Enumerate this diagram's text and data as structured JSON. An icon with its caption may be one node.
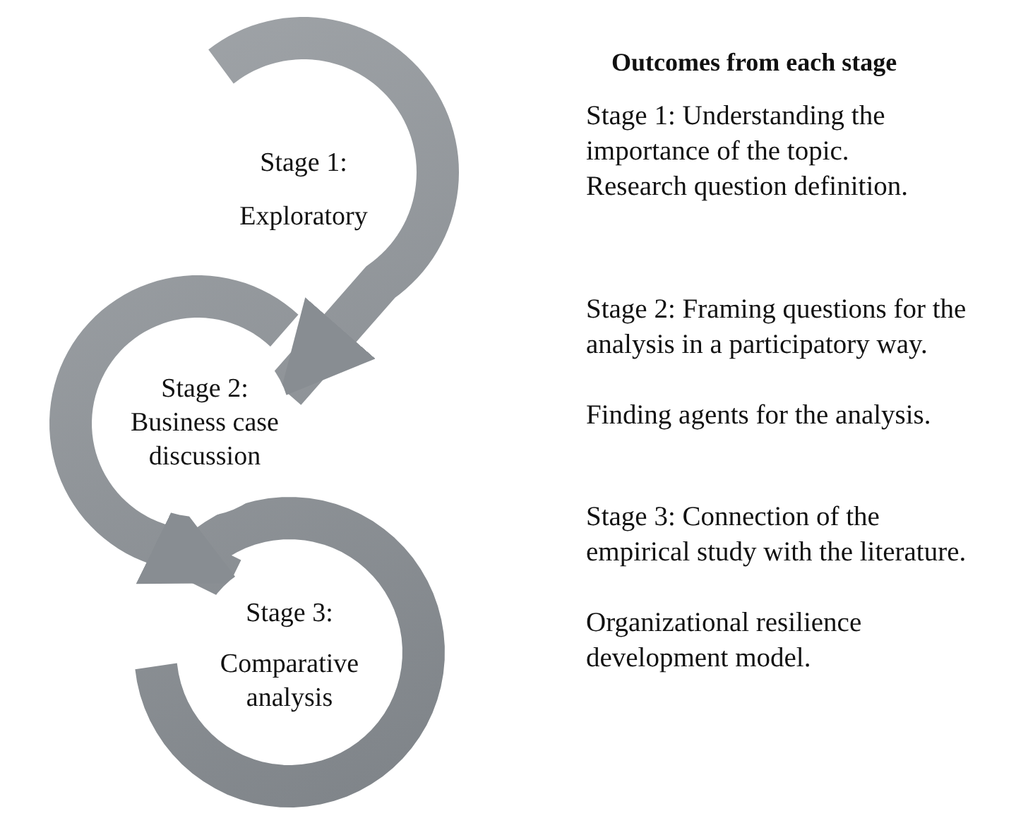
{
  "diagram": {
    "title": "Outcomes from each stage",
    "nodes": [
      {
        "text": [
          "Stage 1:",
          "Exploratory"
        ]
      },
      {
        "text": [
          "Stage 2:",
          "Business case discussion"
        ]
      },
      {
        "text": [
          "Stage 3:",
          "Comparative analysis"
        ]
      }
    ],
    "edges": [
      {
        "from": 0,
        "to": 1,
        "arrow": "to"
      },
      {
        "from": 1,
        "to": 2,
        "arrow": "to"
      }
    ],
    "labels": [
      "Stage 1: Understanding the importance of the topic.",
      "Research question definition.",
      "Stage 2: Framing questions for the analysis in a participatory way.",
      "Finding agents for the analysis.",
      "Stage 3: Connection of the empirical study with the literature.",
      "Organizational resilience development model."
    ]
  }
}
